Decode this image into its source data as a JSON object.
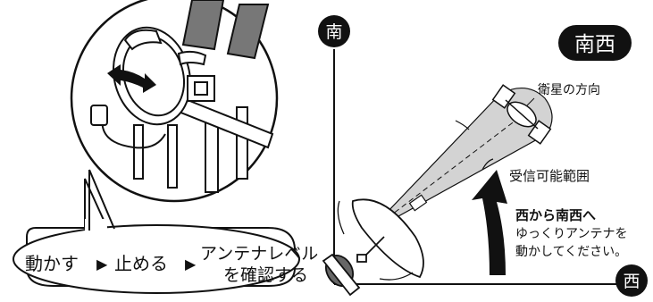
{
  "left_panel": {
    "steps": [
      "動かす",
      "止める",
      "アンテナレベル",
      "を確認する"
    ],
    "arrow_glyph": "▶"
  },
  "right_panel": {
    "badge_south": "南",
    "badge_west": "西",
    "badge_southwest": "南西",
    "label_satellite_direction": "衛星の方向",
    "label_receivable_range": "受信可能範囲",
    "instruction_line1": "西から南西へ",
    "instruction_line2": "ゆっくりアンテナを",
    "instruction_line3": "動かしてください。"
  },
  "colors": {
    "ink": "#111111",
    "beam_gray": "#cfcfcf",
    "dark_gray": "#555555"
  },
  "icons": [
    "rotate-arrow-icon",
    "step-arrow-icon",
    "satellite-icon",
    "dish-antenna-icon",
    "direction-arrow-icon"
  ]
}
